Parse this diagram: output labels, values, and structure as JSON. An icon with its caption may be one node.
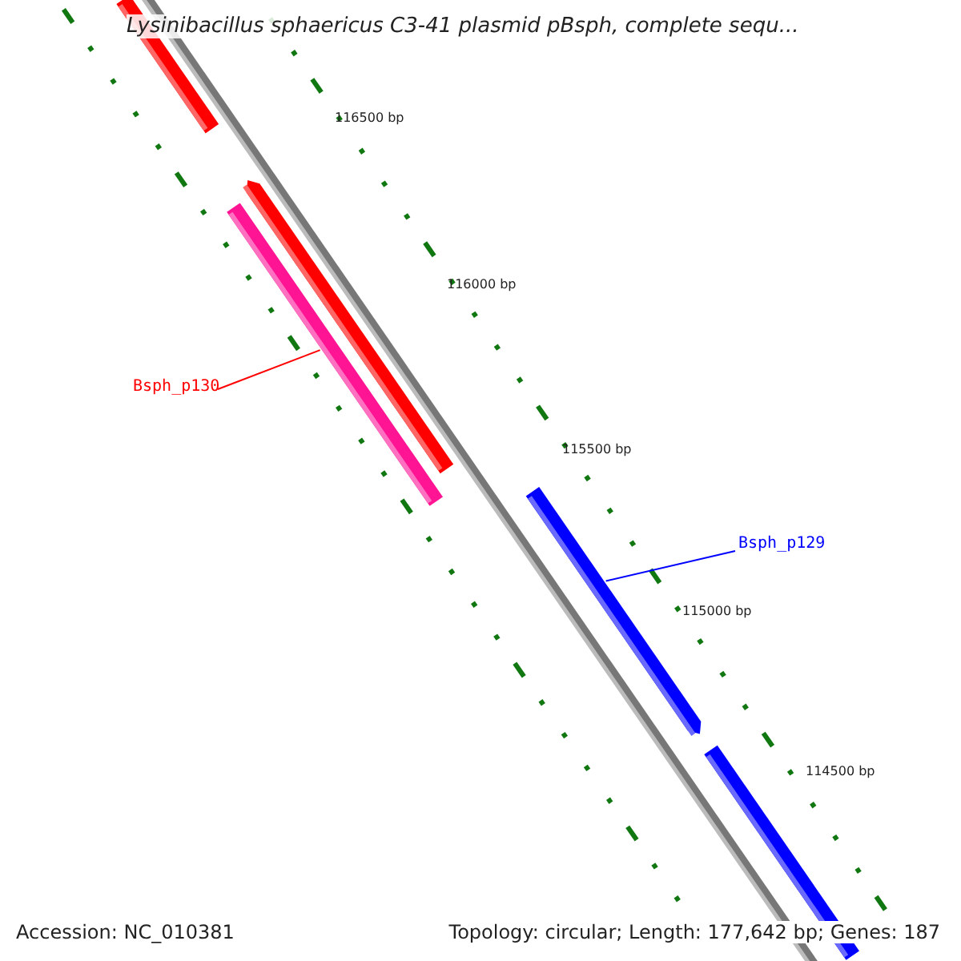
{
  "diagram": {
    "title": "Lysinibacillus sphaericus C3-41 plasmid pBsph, complete sequ...",
    "nodes": [
      {
        "text": [],
        "shape": "bar"
      },
      {
        "text": [],
        "shape": "bar"
      },
      {
        "text": [],
        "shape": "bar"
      },
      {
        "text": [
          "Bsph_p130"
        ]
      },
      {
        "text": [],
        "shape": "bar"
      },
      {
        "text": [
          "Bsph_p129"
        ]
      },
      {
        "text": [],
        "shape": "bar"
      }
    ],
    "edges": [
      {
        "from": 3,
        "to": 2,
        "arrow": "none",
        "color": "#ff0000"
      },
      {
        "from": 5,
        "to": 4,
        "arrow": "none",
        "color": "#0000ff"
      }
    ],
    "labels": [
      "116500 bp",
      "116000 bp",
      "115500 bp",
      "115000 bp",
      "114500 bp",
      "Accession: NC_010381",
      "Topology: circular; Length: 177,642 bp; Genes: 187"
    ]
  }
}
